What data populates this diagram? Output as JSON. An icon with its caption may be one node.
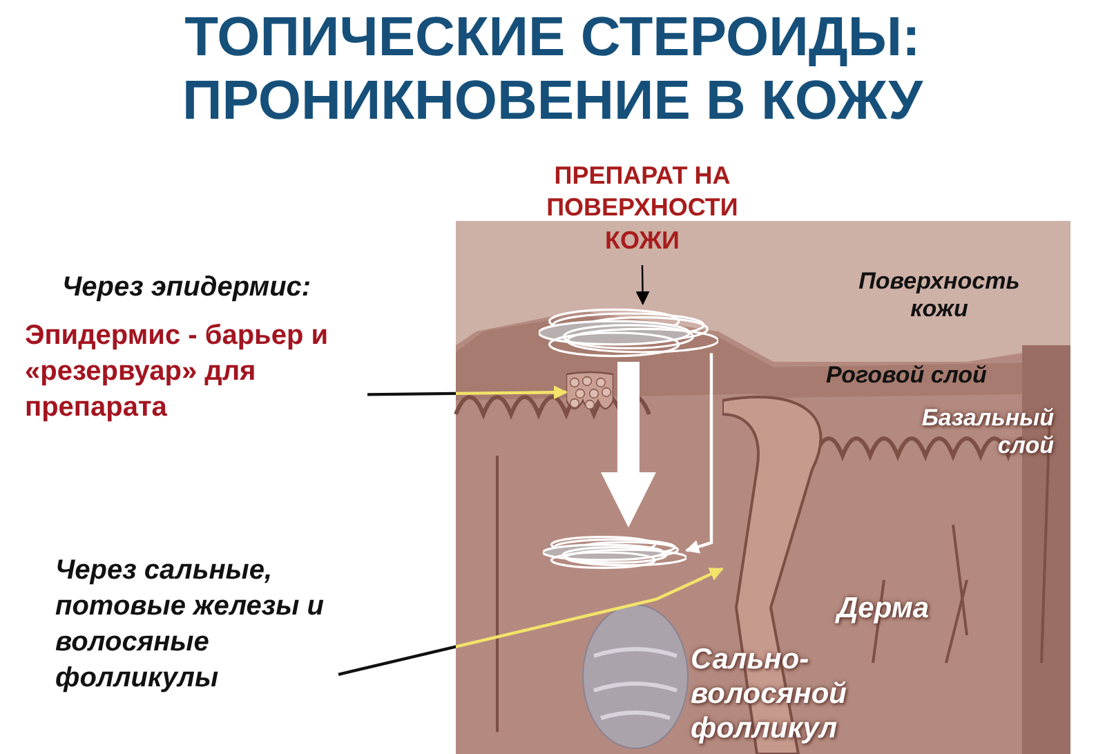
{
  "diagram": {
    "title": "ТОПИЧЕСКИЕ СТЕРОИДЫ: ПРОНИКНОВЕНИЕ В КОЖУ",
    "nodes": [
      {
        "text": [
          "ПРЕПАРАТ НА ПОВЕРХНОСТИ КОЖИ"
        ]
      },
      {
        "text": [
          "Эпидермис - барьер и «резервуар» для препарата"
        ]
      },
      {
        "text": [
          "Через сальные, потовые железы и волосяные фолликулы"
        ]
      },
      {
        "text": [],
        "shape": "cloud"
      },
      {
        "text": [],
        "shape": "cloud"
      },
      {
        "text": [],
        "shape": "picture"
      },
      {
        "text": [],
        "shape": "picture"
      }
    ],
    "edges": [
      {
        "from": 0,
        "to": 3,
        "arrow": "to",
        "color": "#000000"
      },
      {
        "from": 3,
        "to": 4,
        "arrow": "to",
        "style": "thick",
        "color": "#ffffff"
      },
      {
        "from": 3,
        "to": 4,
        "arrow": "to",
        "color": "#ffffff"
      },
      {
        "from": 1,
        "to": 6,
        "arrow": "to",
        "color": "#f3e36a"
      },
      {
        "from": 2,
        "to": 5,
        "arrow": "to",
        "color": "#f3e36a"
      }
    ],
    "labels": [
      "Через эпидермис:",
      "Поверхность кожи",
      "Роговой слой",
      "Базальный слой",
      "Дерма",
      "Сально-волосяной фолликул"
    ]
  }
}
